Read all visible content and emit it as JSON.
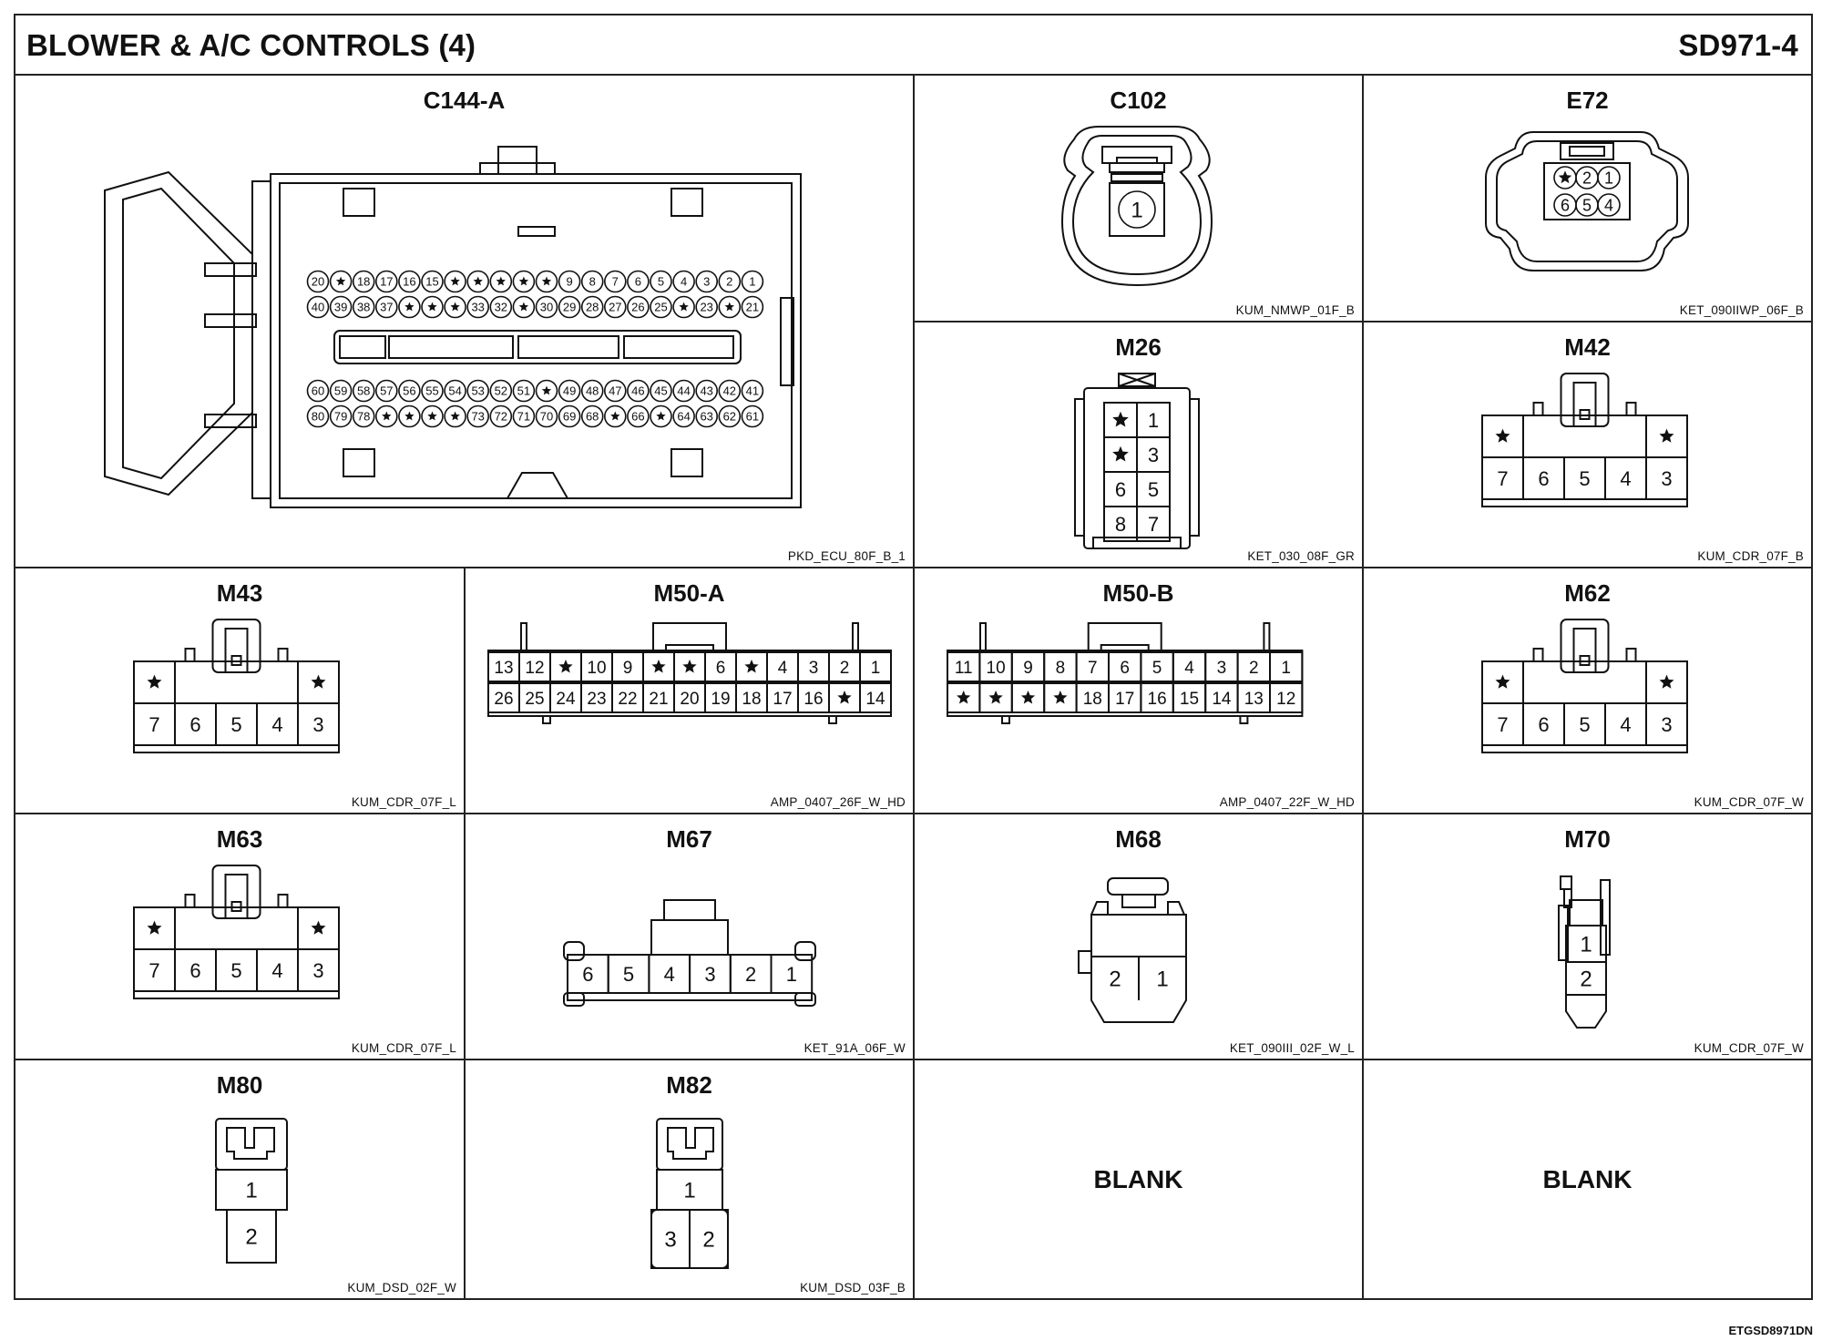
{
  "page": {
    "title": "BLOWER & A/C CONTROLS (4)",
    "code": "SD971-4",
    "footer": "ETGSD8971DN"
  },
  "connectors": [
    {
      "id": "C144-A",
      "code": "PKD_ECU_80F_B_1",
      "rows": [
        [
          "20",
          "*",
          "18",
          "17",
          "16",
          "15",
          "*",
          "*",
          "*",
          "*",
          "*",
          "9",
          "8",
          "7",
          "6",
          "5",
          "4",
          "3",
          "2",
          "1"
        ],
        [
          "40",
          "39",
          "38",
          "37",
          "*",
          "*",
          "*",
          "33",
          "32",
          "*",
          "30",
          "29",
          "28",
          "27",
          "26",
          "25",
          "*",
          "23",
          "*",
          "21"
        ],
        [
          "60",
          "59",
          "58",
          "57",
          "56",
          "55",
          "54",
          "53",
          "52",
          "51",
          "*",
          "49",
          "48",
          "47",
          "46",
          "45",
          "44",
          "43",
          "42",
          "41"
        ],
        [
          "80",
          "79",
          "78",
          "*",
          "*",
          "*",
          "*",
          "73",
          "72",
          "71",
          "70",
          "69",
          "68",
          "*",
          "66",
          "*",
          "64",
          "63",
          "62",
          "61"
        ]
      ]
    },
    {
      "id": "C102",
      "code": "KUM_NMWP_01F_B",
      "rows": [
        [
          "1"
        ]
      ]
    },
    {
      "id": "E72",
      "code": "KET_090IIWP_06F_B",
      "rows": [
        [
          "*",
          "2",
          "1"
        ],
        [
          "6",
          "5",
          "4"
        ]
      ]
    },
    {
      "id": "M26",
      "code": "KET_030_08F_GR",
      "rows": [
        [
          "*",
          "1"
        ],
        [
          "*",
          "3"
        ],
        [
          "6",
          "5"
        ],
        [
          "8",
          "7"
        ]
      ]
    },
    {
      "id": "M42",
      "code": "KUM_CDR_07F_B",
      "rows": [
        [
          "*",
          "",
          "",
          "",
          "*"
        ],
        [
          "7",
          "6",
          "5",
          "4",
          "3"
        ]
      ]
    },
    {
      "id": "M43",
      "code": "KUM_CDR_07F_L",
      "rows": [
        [
          "*",
          "",
          "",
          "",
          "*"
        ],
        [
          "7",
          "6",
          "5",
          "4",
          "3"
        ]
      ]
    },
    {
      "id": "M50-A",
      "code": "AMP_0407_26F_W_HD",
      "rows": [
        [
          "13",
          "12",
          "*",
          "10",
          "9",
          "*",
          "*",
          "6",
          "*",
          "4",
          "3",
          "2",
          "1"
        ],
        [
          "26",
          "25",
          "24",
          "23",
          "22",
          "21",
          "20",
          "19",
          "18",
          "17",
          "16",
          "*",
          "14"
        ]
      ]
    },
    {
      "id": "M50-B",
      "code": "AMP_0407_22F_W_HD",
      "rows": [
        [
          "11",
          "10",
          "9",
          "8",
          "7",
          "6",
          "5",
          "4",
          "3",
          "2",
          "1"
        ],
        [
          "*",
          "*",
          "*",
          "*",
          "18",
          "17",
          "16",
          "15",
          "14",
          "13",
          "12"
        ]
      ]
    },
    {
      "id": "M62",
      "code": "KUM_CDR_07F_W",
      "rows": [
        [
          "*",
          "",
          "",
          "",
          "*"
        ],
        [
          "7",
          "6",
          "5",
          "4",
          "3"
        ]
      ]
    },
    {
      "id": "M63",
      "code": "KUM_CDR_07F_L",
      "rows": [
        [
          "*",
          "",
          "",
          "",
          "*"
        ],
        [
          "7",
          "6",
          "5",
          "4",
          "3"
        ]
      ]
    },
    {
      "id": "M67",
      "code": "KET_91A_06F_W",
      "rows": [
        [
          "6",
          "5",
          "4",
          "3",
          "2",
          "1"
        ]
      ]
    },
    {
      "id": "M68",
      "code": "KET_090III_02F_W_L",
      "rows": [
        [
          "2",
          "1"
        ]
      ]
    },
    {
      "id": "M70",
      "code": "KUM_CDR_07F_W",
      "rows": [
        [
          "1"
        ],
        [
          "2"
        ]
      ]
    },
    {
      "id": "M80",
      "code": "KUM_DSD_02F_W",
      "rows": [
        [
          "1"
        ],
        [
          "2"
        ]
      ]
    },
    {
      "id": "M82",
      "code": "KUM_DSD_03F_B",
      "rows": [
        [
          "1"
        ],
        [
          "3",
          "2"
        ]
      ]
    }
  ],
  "blanks": [
    "BLANK",
    "BLANK"
  ]
}
